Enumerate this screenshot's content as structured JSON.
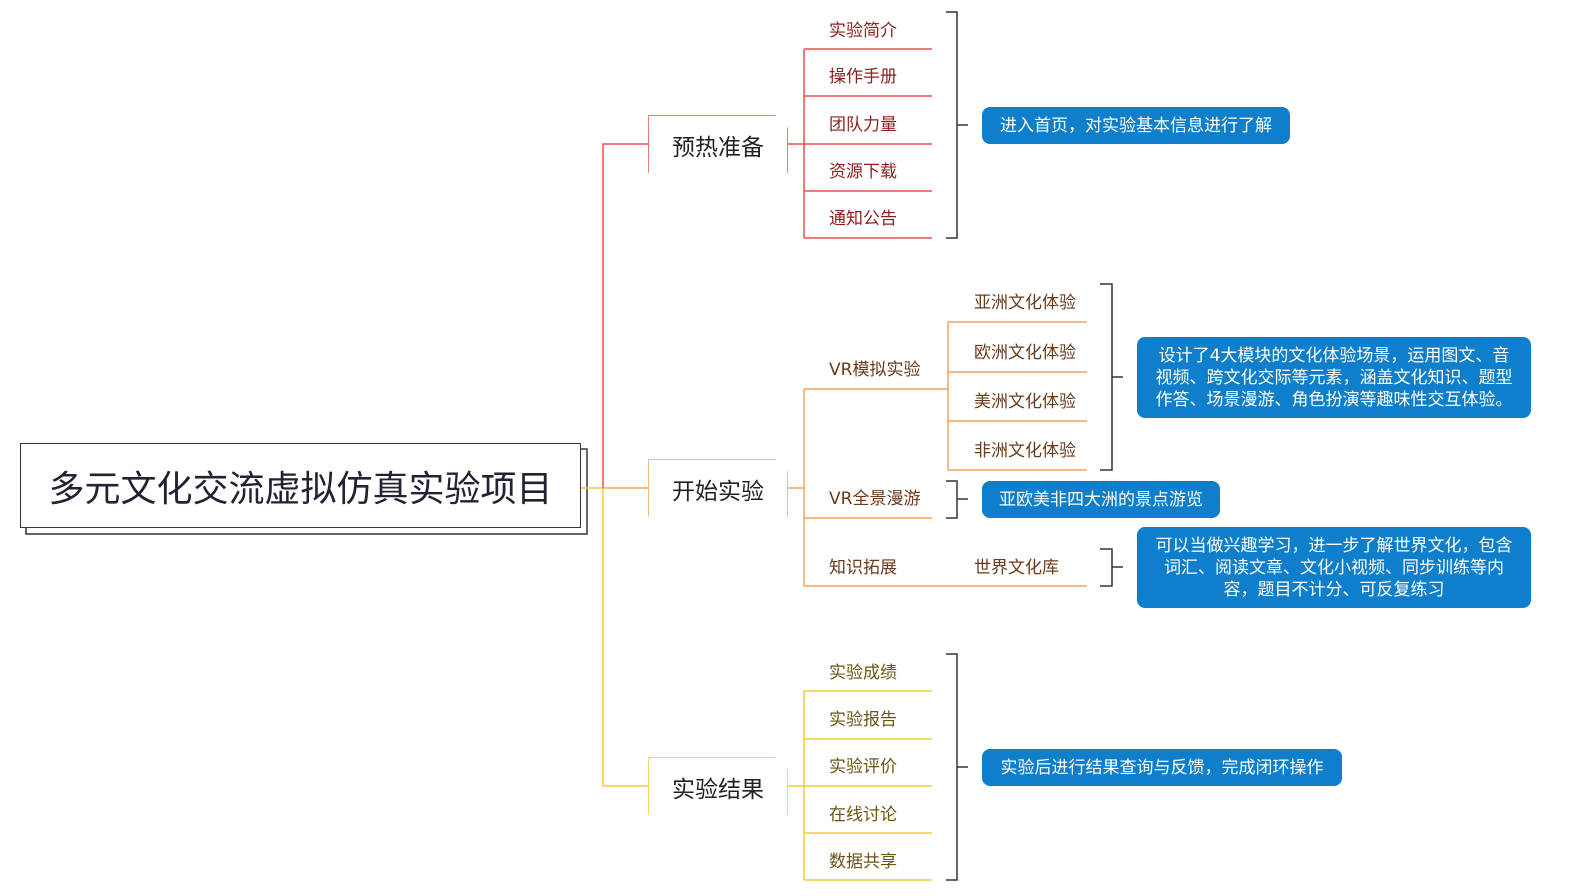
{
  "root": {
    "title": "多元文化交流虚拟仿真实验项目"
  },
  "branches": [
    {
      "label": "预热准备",
      "items": [
        "实验简介",
        "操作手册",
        "团队力量",
        "资源下载",
        "通知公告"
      ],
      "note": "进入首页，对实验基本信息进行了解"
    },
    {
      "label": "开始实验",
      "sub": [
        {
          "label": "VR模拟实验",
          "items": [
            "亚洲文化体验",
            "欧洲文化体验",
            "美洲文化体验",
            "非洲文化体验"
          ],
          "note_lines": [
            "设计了4大模块的文化体验场景，运用图文、音",
            "视频、跨文化交际等元素，涵盖文化知识、题型",
            "作答、场景漫游、角色扮演等趣味性交互体验。"
          ]
        },
        {
          "label": "VR全景漫游",
          "note": "亚欧美非四大洲的景点游览"
        },
        {
          "label": "知识拓展",
          "item": "世界文化库",
          "note_lines": [
            "可以当做兴趣学习，进一步了解世界文化，包含",
            "词汇、阅读文章、文化小视频、同步训练等内",
            "容，题目不计分、可反复练习"
          ]
        }
      ]
    },
    {
      "label": "实验结果",
      "items": [
        "实验成绩",
        "实验报告",
        "实验评价",
        "在线讨论",
        "数据共享"
      ],
      "note": "实验后进行结果查询与反馈，完成闭环操作"
    }
  ],
  "colors": {
    "red": "#e8504f",
    "orange": "#f4a25b",
    "yellow": "#f2cc3b",
    "note_bg": "#0f7ecb",
    "dark": "#333344"
  }
}
